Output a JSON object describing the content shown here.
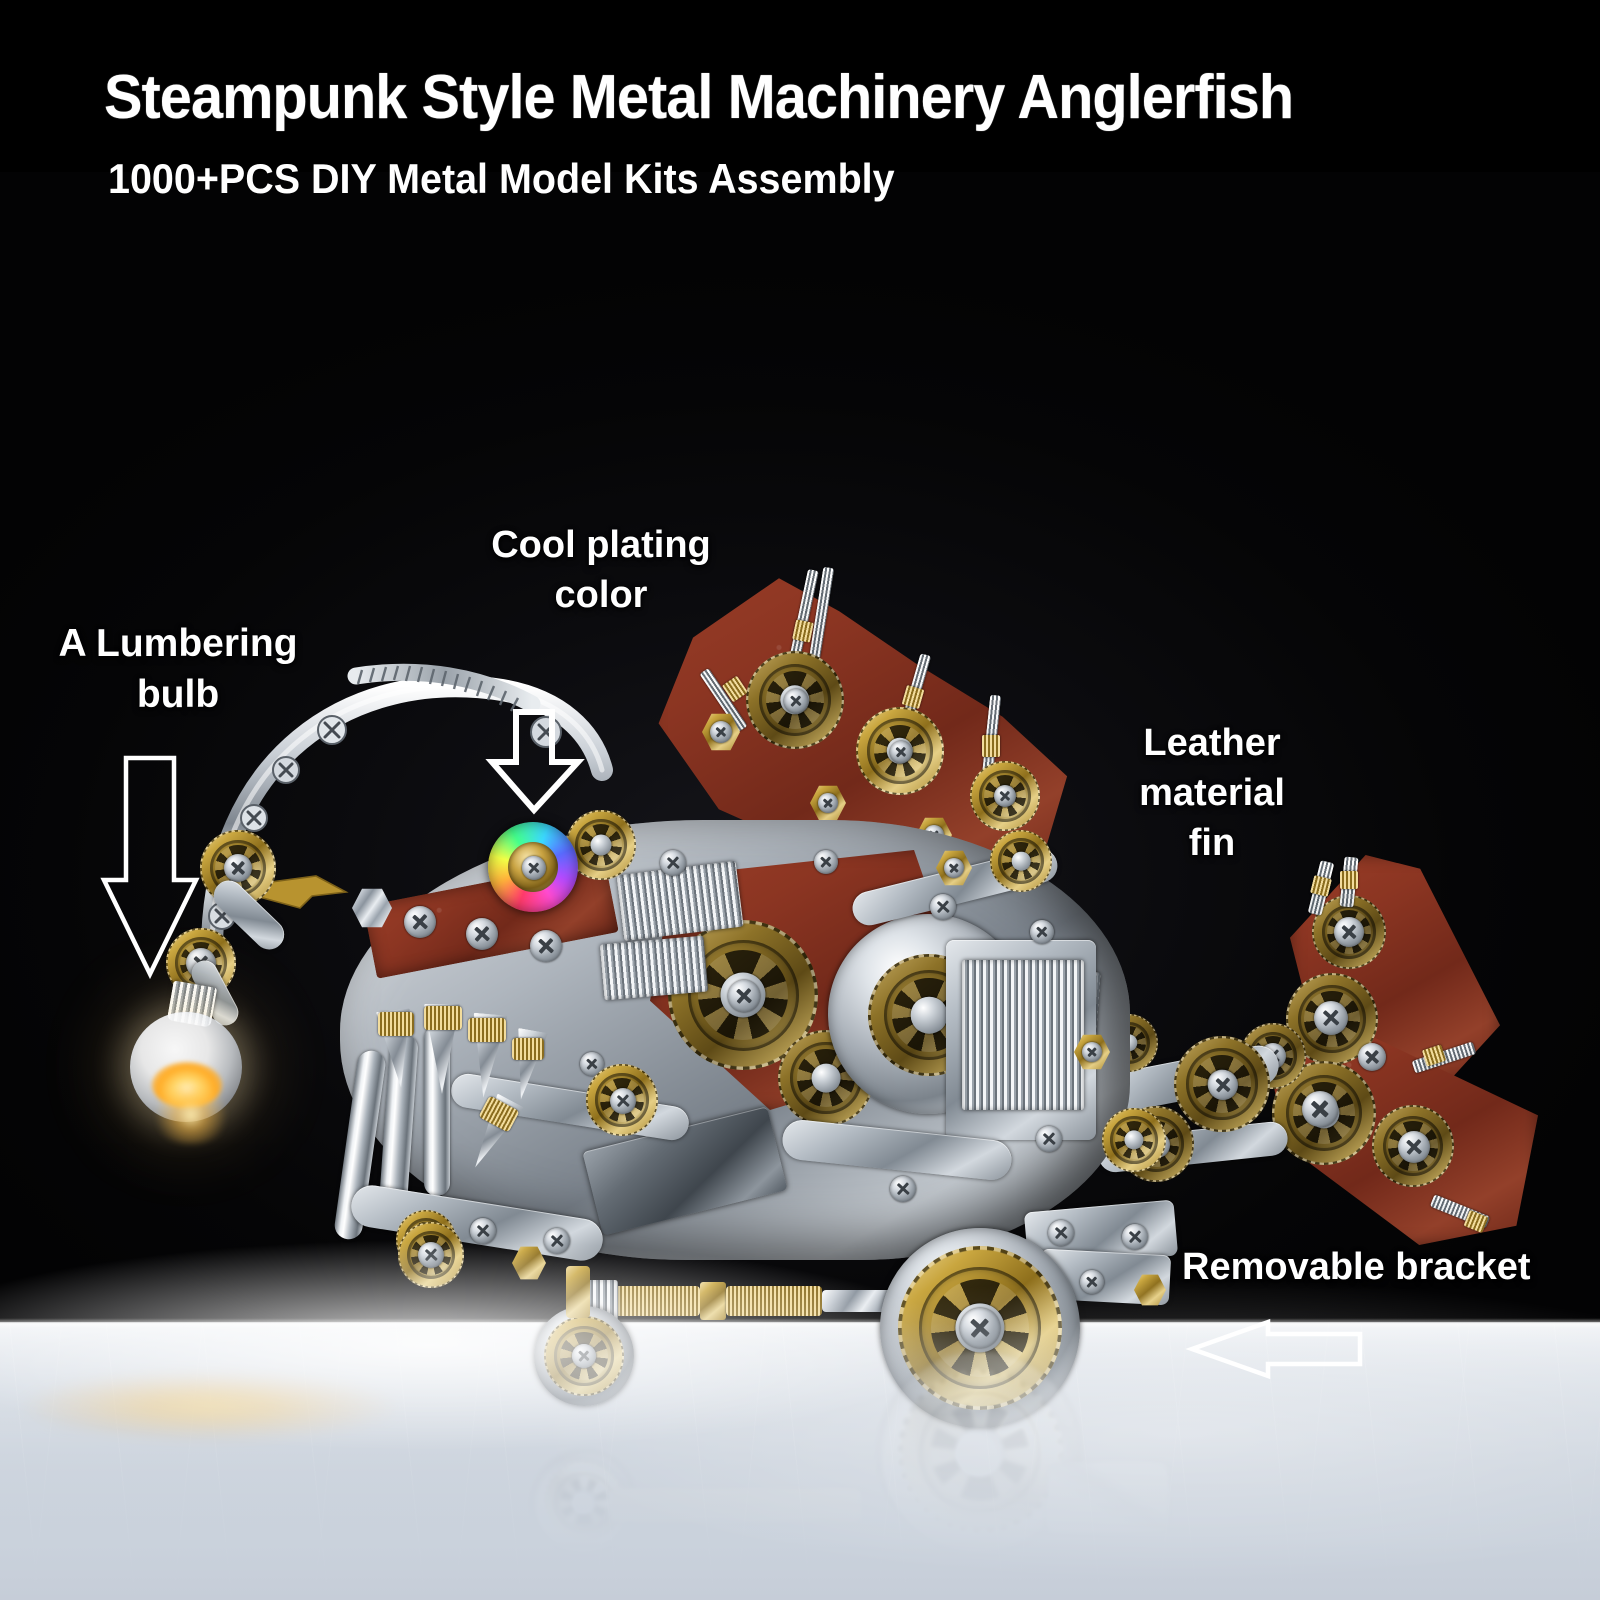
{
  "header": {
    "title": "Steampunk Style Metal Machinery Anglerfish",
    "subtitle": "1000+PCS DIY Metal Model Kits Assembly"
  },
  "callouts": [
    {
      "id": "bulb",
      "label": "A Lumbering\nbulb",
      "arrow_icon": "arrow-down-outline-icon",
      "arrow_direction": "down",
      "arrow_style": "hollow"
    },
    {
      "id": "plating",
      "label": "Cool plating\ncolor",
      "arrow_icon": "arrow-down-outline-icon",
      "arrow_direction": "down",
      "arrow_style": "hollow"
    },
    {
      "id": "fin",
      "label": "Leather\nmaterial\nfin",
      "arrow_icon": "none",
      "arrow_direction": "none",
      "arrow_style": "none"
    },
    {
      "id": "bracket",
      "label": "Removable bracket",
      "arrow_icon": "arrow-left-outline-icon",
      "arrow_direction": "left",
      "arrow_style": "hollow"
    }
  ],
  "colors": {
    "background": "#060607",
    "title_band": "#000000",
    "text": "#ffffff",
    "floor_top": "#f4f6f8",
    "floor_bottom": "#b9c2ce",
    "leather": "#8b3522",
    "brass": "#c9a63f",
    "chrome": "#c9cfd6",
    "bulb_glow": "#ffd76a",
    "plating_accent": "#3bd8ff"
  },
  "subject": {
    "name": "steampunk-metal-anglerfish-model",
    "parts": [
      "angler-lure-arm",
      "glowing-bulb",
      "rainbow-plated-eye",
      "leather-dorsal-fin",
      "leather-tail-fin",
      "chrome-teeth-jaw",
      "brass-gears",
      "front-caster-wheel",
      "rear-drive-wheel",
      "removable-bracket"
    ]
  }
}
